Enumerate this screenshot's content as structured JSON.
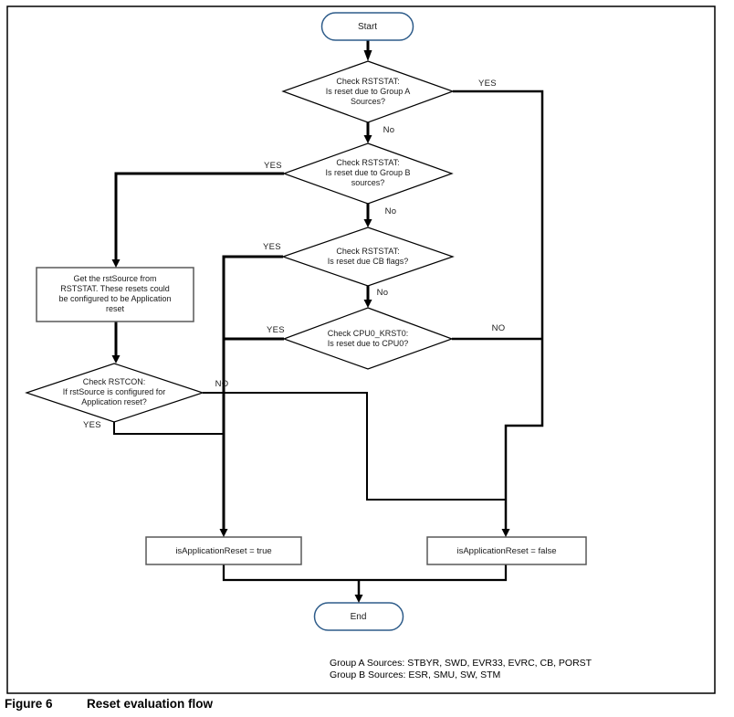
{
  "figure": {
    "caption_label": "Figure 6",
    "caption_title": "Reset evaluation flow"
  },
  "colors": {
    "terminal_border": "#2e5c8a",
    "process_border": "#595959",
    "decision_border": "#000000",
    "flow_line": "#000000"
  },
  "nodes": {
    "start": "Start",
    "decision_group_a": "Check RSTSTAT:\nIs reset due to Group A\nSources?",
    "decision_group_b": "Check RSTSTAT:\nIs reset due to Group B\nsources?",
    "decision_cb_flags": "Check RSTSTAT:\nIs reset due CB flags?",
    "decision_cpu0": "Check CPU0_KRST0:\nIs reset due to CPU0?",
    "process_get_rstsource": "Get the rstSource from\nRSTSTAT. These resets could\nbe configured to be Application\nreset",
    "decision_rstcon": "Check RSTCON:\nIf rstSource is configured for\nApplication reset?",
    "process_true": "isApplicationReset = true",
    "process_false": "isApplicationReset = false",
    "end": "End"
  },
  "edge_labels": {
    "group_a_yes": "YES",
    "group_a_no": "No",
    "group_b_yes": "YES",
    "group_b_no": "No",
    "cb_yes": "YES",
    "cb_no": "No",
    "cpu0_yes": "YES",
    "cpu0_no": "NO",
    "rstcon_no": "NO",
    "rstcon_yes": "YES"
  },
  "notes": {
    "group_a_sources": "Group A Sources: STBYR, SWD, EVR33, EVRC, CB, PORST",
    "group_b_sources": "Group B Sources: ESR, SMU, SW, STM"
  }
}
